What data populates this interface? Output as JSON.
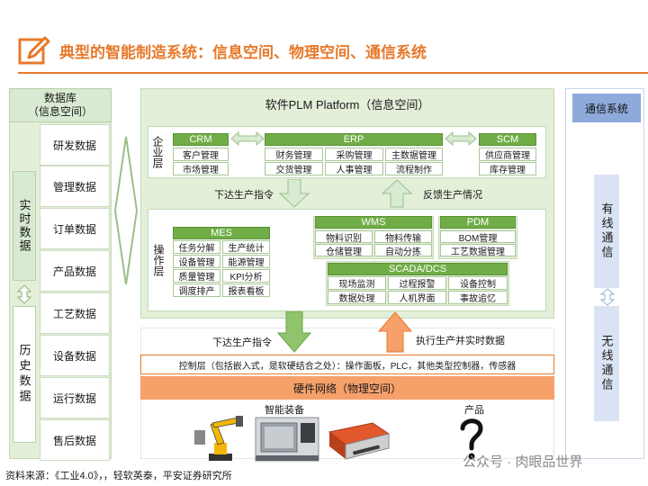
{
  "title": "典型的智能制造系统：信息空间、物理空间、通信系统",
  "database": {
    "header_line1": "数据库",
    "header_line2": "（信息空间）",
    "realtime_label": "实时数据",
    "history_label": "历史数据",
    "items": [
      "研发数据",
      "管理数据",
      "订单数据",
      "产品数据",
      "工艺数据",
      "设备数据",
      "运行数据",
      "售后数据"
    ]
  },
  "plm": {
    "title": "软件PLM Platform（信息空间）",
    "enterprise_label": "企业层",
    "operations_label": "操作层",
    "crm": {
      "name": "CRM",
      "items": [
        "客户管理",
        "市场管理"
      ]
    },
    "erp": {
      "name": "ERP",
      "items": [
        "财务管理",
        "采购管理",
        "主数据管理",
        "交货管理",
        "人事管理",
        "流程制作"
      ]
    },
    "scm": {
      "name": "SCM",
      "items": [
        "供应商管理",
        "库存管理"
      ]
    },
    "mes": {
      "name": "MES",
      "items": [
        "任务分解",
        "生产统计",
        "设备管理",
        "能源管理",
        "质量管理",
        "KPI分析",
        "调度排产",
        "报表看板"
      ]
    },
    "wms": {
      "name": "WMS",
      "items": [
        "物料识别",
        "物料传输",
        "仓储管理",
        "自动分拣"
      ]
    },
    "pdm": {
      "name": "PDM",
      "items": [
        "BOM管理",
        "工艺数据管理"
      ]
    },
    "scada": {
      "name": "SCADA/DCS",
      "items": [
        "现场监测",
        "过程报警",
        "设备控制",
        "数据处理",
        "人机界面",
        "事故追忆"
      ]
    }
  },
  "arrows": {
    "down_1": "下达生产指令",
    "up_1": "反馈生产情况",
    "down_2": "下达生产指令",
    "up_2": "执行生产并实时数据"
  },
  "control_layer": "控制层（包括嵌入式，是软硬结合之处）：操作面板，PLC，其他类型控制器，传感器",
  "hardware_network": "硬件网络（物理空间）",
  "equipment_label": "智能装备",
  "product_label": "产品",
  "communication": {
    "header": "通信系统",
    "wired": "有线通信",
    "wireless": "无线通信"
  },
  "source": "资料来源：《工业4.0》，，轻软英泰，平安证券研究所",
  "watermark": "公众号 · 肉眼品世界",
  "colors": {
    "accent_orange": "#e7792b",
    "module_green": "#70ad47",
    "panel_green": "#e3efd9",
    "network_orange": "#f6a06a",
    "comm_blue": "#8eaadb"
  }
}
